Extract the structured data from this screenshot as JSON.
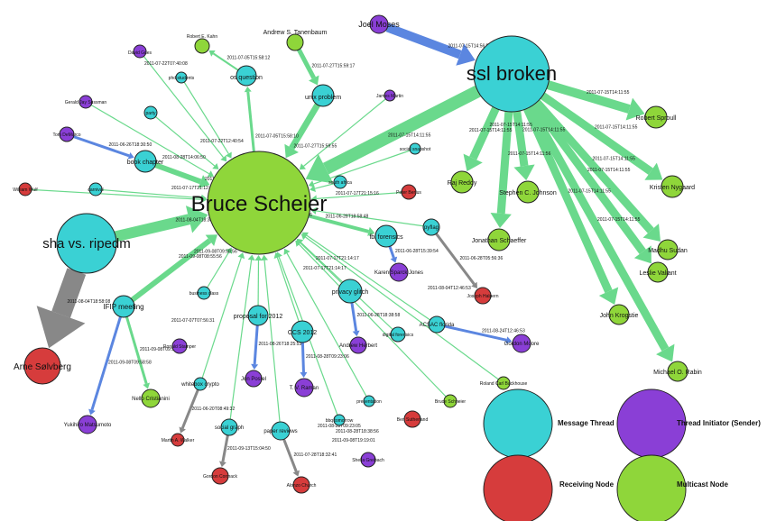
{
  "colors": {
    "message_thread": "#3ad1d4",
    "sender": "#8a3fd6",
    "receiver": "#d63c3c",
    "multicast": "#8fd63a",
    "edge_green": "#6ad98c",
    "edge_blue": "#5b86e0",
    "edge_gray": "#888888"
  },
  "legend": {
    "message_thread": "Message Thread",
    "sender": "Thread Initiator (Sender)",
    "receiver": "Receiving Node",
    "multicast": "Multicast Node"
  },
  "nodes": [
    {
      "id": "bruce",
      "label": "Bruce Scheier",
      "type": "multicast"
    },
    {
      "id": "ssl",
      "label": "ssl broken",
      "type": "message_thread"
    },
    {
      "id": "sha",
      "label": "sha vs. ripedm",
      "type": "message_thread"
    },
    {
      "id": "arne",
      "label": "Arne Sølvberg",
      "type": "receiver"
    },
    {
      "id": "joel",
      "label": "Joel Moses",
      "type": "sender"
    },
    {
      "id": "robertk",
      "label": "Robert E. Kahn",
      "type": "multicast"
    },
    {
      "id": "tanen",
      "label": "Andrew S. Tanenbaum",
      "type": "multicast"
    },
    {
      "id": "osq",
      "label": "os question",
      "type": "message_thread"
    },
    {
      "id": "unix",
      "label": "unix problem",
      "type": "message_thread"
    },
    {
      "id": "david",
      "label": "David Gries",
      "type": "sender"
    },
    {
      "id": "phd",
      "label": "phd students",
      "type": "message_thread"
    },
    {
      "id": "gerald",
      "label": "Gerald Jay Sussman",
      "type": "sender"
    },
    {
      "id": "party",
      "label": "party",
      "type": "message_thread"
    },
    {
      "id": "tom",
      "label": "Tom DeMarco",
      "type": "sender"
    },
    {
      "id": "book",
      "label": "book chapter",
      "type": "message_thread"
    },
    {
      "id": "william",
      "label": "William Wulf",
      "type": "receiver"
    },
    {
      "id": "carnival",
      "label": "carnival",
      "type": "message_thread"
    },
    {
      "id": "jamesm",
      "label": "James Martin",
      "type": "sender"
    },
    {
      "id": "social",
      "label": "social snapshot",
      "type": "message_thread"
    },
    {
      "id": "southafrica",
      "label": "south africa",
      "type": "message_thread"
    },
    {
      "id": "peterb",
      "label": "Peter Bertus",
      "type": "receiver"
    },
    {
      "id": "fbi",
      "label": "fbi forensics",
      "type": "message_thread"
    },
    {
      "id": "pyflag",
      "label": "pyflag",
      "type": "message_thread"
    },
    {
      "id": "karen",
      "label": "Karen Sparck Jones",
      "type": "sender"
    },
    {
      "id": "joseph",
      "label": "Joseph Halpern",
      "type": "receiver"
    },
    {
      "id": "privacy",
      "label": "privacy glitch",
      "type": "message_thread"
    },
    {
      "id": "andrew",
      "label": "Andrew Herbert",
      "type": "sender"
    },
    {
      "id": "digital",
      "label": "digital forensics",
      "type": "message_thread"
    },
    {
      "id": "acsac",
      "label": "ACSAC florida",
      "type": "message_thread"
    },
    {
      "id": "gordon",
      "label": "Gordon Moore",
      "type": "sender"
    },
    {
      "id": "roland",
      "label": "Roland Carl Backhouse",
      "type": "multicast"
    },
    {
      "id": "bruces",
      "label": "Bruce Schneier",
      "type": "multicast"
    },
    {
      "id": "ben",
      "label": "Ben Sutherland",
      "type": "receiver"
    },
    {
      "id": "ccs",
      "label": "CCS 2012",
      "type": "message_thread"
    },
    {
      "id": "tvraman",
      "label": "T. V. Raman",
      "type": "sender"
    },
    {
      "id": "presentation",
      "label": "presentation",
      "type": "message_thread"
    },
    {
      "id": "bbq",
      "label": "bbq tomorrow",
      "type": "message_thread"
    },
    {
      "id": "sheila",
      "label": "Sheila Greibach",
      "type": "sender"
    },
    {
      "id": "proposal",
      "label": "proposal for 2012",
      "type": "message_thread"
    },
    {
      "id": "jon",
      "label": "Jon Postel",
      "type": "sender"
    },
    {
      "id": "paper",
      "label": "paper reviews",
      "type": "message_thread"
    },
    {
      "id": "alonzo",
      "label": "Alonzo Church",
      "type": "receiver"
    },
    {
      "id": "socialgraph",
      "label": "social graph",
      "type": "message_thread"
    },
    {
      "id": "gordonc",
      "label": "Gordon Cormack",
      "type": "receiver"
    },
    {
      "id": "whitebox",
      "label": "whitebox crypto",
      "type": "message_thread"
    },
    {
      "id": "martin",
      "label": "Martin A. Walker",
      "type": "receiver"
    },
    {
      "id": "business",
      "label": "business class",
      "type": "message_thread"
    },
    {
      "id": "ronald",
      "label": "Ronald Stamper",
      "type": "sender"
    },
    {
      "id": "ifip",
      "label": "IFIP meeting",
      "type": "message_thread"
    },
    {
      "id": "nello",
      "label": "Nello Cristianini",
      "type": "multicast"
    },
    {
      "id": "yukihiro",
      "label": "Yukihiro Matsumoto",
      "type": "sender"
    },
    {
      "id": "raj",
      "label": "Raj Reddy",
      "type": "multicast"
    },
    {
      "id": "stephen",
      "label": "Stephen C. Johnson",
      "type": "multicast"
    },
    {
      "id": "jonathan",
      "label": "Jonathan Schaeffer",
      "type": "multicast"
    },
    {
      "id": "robert",
      "label": "Robert Sproull",
      "type": "multicast"
    },
    {
      "id": "kristen",
      "label": "Kristen Nygaard",
      "type": "multicast"
    },
    {
      "id": "madhu",
      "label": "Madhu Sudan",
      "type": "multicast"
    },
    {
      "id": "leslie",
      "label": "Leslie Valiant",
      "type": "multicast"
    },
    {
      "id": "john",
      "label": "John Krogstie",
      "type": "multicast"
    },
    {
      "id": "michael",
      "label": "Michael O. Rabin",
      "type": "multicast"
    }
  ],
  "edges": [
    {
      "from": "joel",
      "to": "ssl",
      "label": "2011-07-15T14:56:56",
      "kind": "blue"
    },
    {
      "from": "ssl",
      "to": "bruce",
      "label": "2011-07-15T14:11:55",
      "kind": "green"
    },
    {
      "from": "ssl",
      "to": "robert",
      "label": "2011-07-15T14:11:55",
      "kind": "green"
    },
    {
      "from": "ssl",
      "to": "kristen",
      "label": "2011-07-15T14:11:55",
      "kind": "green"
    },
    {
      "from": "ssl",
      "to": "madhu",
      "label": "2011-07-15T14:11:55",
      "kind": "green"
    },
    {
      "from": "ssl",
      "to": "leslie",
      "label": "2011-07-15T14:11:55",
      "kind": "green"
    },
    {
      "from": "ssl",
      "to": "john",
      "label": "2011-07-15T14:11:55",
      "kind": "green"
    },
    {
      "from": "ssl",
      "to": "michael",
      "label": "2011-07-15T14:11:55",
      "kind": "green"
    },
    {
      "from": "ssl",
      "to": "raj",
      "label": "2011-07-15T14:11:55",
      "kind": "green"
    },
    {
      "from": "ssl",
      "to": "stephen",
      "label": "2011-07-15T14:11:55",
      "kind": "green"
    },
    {
      "from": "ssl",
      "to": "jonathan",
      "label": "2011-07-15T14:11:56",
      "kind": "green"
    },
    {
      "from": "sha",
      "to": "bruce",
      "label": "2011-08-04T18:38:24",
      "kind": "green"
    },
    {
      "from": "sha",
      "to": "arne",
      "label": "2011-08-04T18:58:08",
      "kind": "gray"
    },
    {
      "from": "osq",
      "to": "robertk",
      "label": "2011-07-05T15:58:12",
      "kind": "green"
    },
    {
      "from": "bruce",
      "to": "osq",
      "label": "2011-07-05T15:58:10",
      "kind": "green"
    },
    {
      "from": "tanen",
      "to": "unix",
      "label": "2011-07-27T15:59:17",
      "kind": "green"
    },
    {
      "from": "unix",
      "to": "bruce",
      "label": "2011-07-27T15:59:55",
      "kind": "green"
    },
    {
      "from": "tom",
      "to": "book",
      "label": "2011-06-26T18:30:50",
      "kind": "blue"
    },
    {
      "from": "book",
      "to": "bruce",
      "label": "2011-06-28T14:06:50",
      "kind": "green"
    },
    {
      "from": "ifip",
      "to": "bruce",
      "label": "2011-09-08T09:58:56",
      "kind": "green"
    },
    {
      "from": "ifip",
      "to": "nello",
      "label": "2011-09-08T09:58:59",
      "kind": "green"
    },
    {
      "from": "ifip",
      "to": "yukihiro",
      "label": "2011-09-08T09:58:58",
      "kind": "blue"
    },
    {
      "from": "bruce",
      "to": "fbi",
      "label": "2011-06-28T18:58:48",
      "kind": "green"
    },
    {
      "from": "fbi",
      "to": "karen",
      "label": "2011-06-28T15:39:54",
      "kind": "blue"
    },
    {
      "from": "pyflag",
      "to": "joseph",
      "label": "2011-06-28T05:56:36",
      "kind": "gray"
    },
    {
      "from": "privacy",
      "to": "andrew",
      "label": "2011-06-28T18:38:58",
      "kind": "blue"
    },
    {
      "from": "acsac",
      "to": "gordon",
      "label": "2011-08-24T12:46:53",
      "kind": "blue"
    },
    {
      "from": "ccs",
      "to": "tvraman",
      "label": "2011-08-28T09:23:06",
      "kind": "blue"
    },
    {
      "from": "proposal",
      "to": "jon",
      "label": "2011-08-26T18:25:53",
      "kind": "blue"
    },
    {
      "from": "paper",
      "to": "alonzo",
      "label": "2011-07-28T18:32:41",
      "kind": "gray"
    },
    {
      "from": "socialgraph",
      "to": "gordonc",
      "label": "2011-09-13T15:04:50",
      "kind": "gray"
    },
    {
      "from": "whitebox",
      "to": "martin",
      "label": "2011-06-20T08:49:32",
      "kind": "gray"
    }
  ],
  "extra_timestamps": [
    "2011-07-22T07:40:08",
    "2011-08-28T14:06:50",
    "2011-07-22T12:40:54",
    "2011-07-17T21:12:52",
    "2011-07-15T14:11:55",
    "2011-07-17T21:15:16",
    "2011-08-17T10:06:36",
    "2011-07-17T21:14:17",
    "2011-09-08T08:55:56",
    "2011-07-07T07:56:31",
    "2011-08-04T12:46:53",
    "2011-07-17T21:14:17",
    "2011-08-28T09:23:05",
    "2011-08-28T18:38:56",
    "2011-09-08T19:19:01"
  ]
}
